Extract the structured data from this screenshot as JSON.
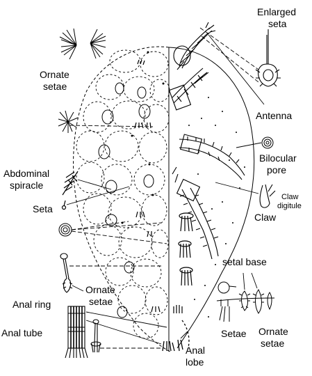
{
  "labels": {
    "enlarged_seta_1": "Enlarged",
    "enlarged_seta_2": "seta",
    "ornate_setae_top_1": "Ornate",
    "ornate_setae_top_2": "setae",
    "antenna": "Antenna",
    "bilocular_pore_1": "Bilocular",
    "bilocular_pore_2": "pore",
    "abdominal_spiracle_1": "Abdominal",
    "abdominal_spiracle_2": "spiracle",
    "seta": "Seta",
    "claw_digitule_1": "Claw",
    "claw_digitule_2": "digitule",
    "claw": "Claw",
    "setal_base": "setal base",
    "ornate_setae_mid_1": "Ornate",
    "ornate_setae_mid_2": "setae",
    "anal_ring": "Anal ring",
    "anal_tube": "Anal tube",
    "anal_lobe_1": "Anal",
    "anal_lobe_2": "lobe",
    "setae": "Setae",
    "ornate_setae_br_1": "Ornate",
    "ornate_setae_br_2": "setae"
  },
  "colors": {
    "ink": "#000000",
    "background": "#ffffff"
  }
}
